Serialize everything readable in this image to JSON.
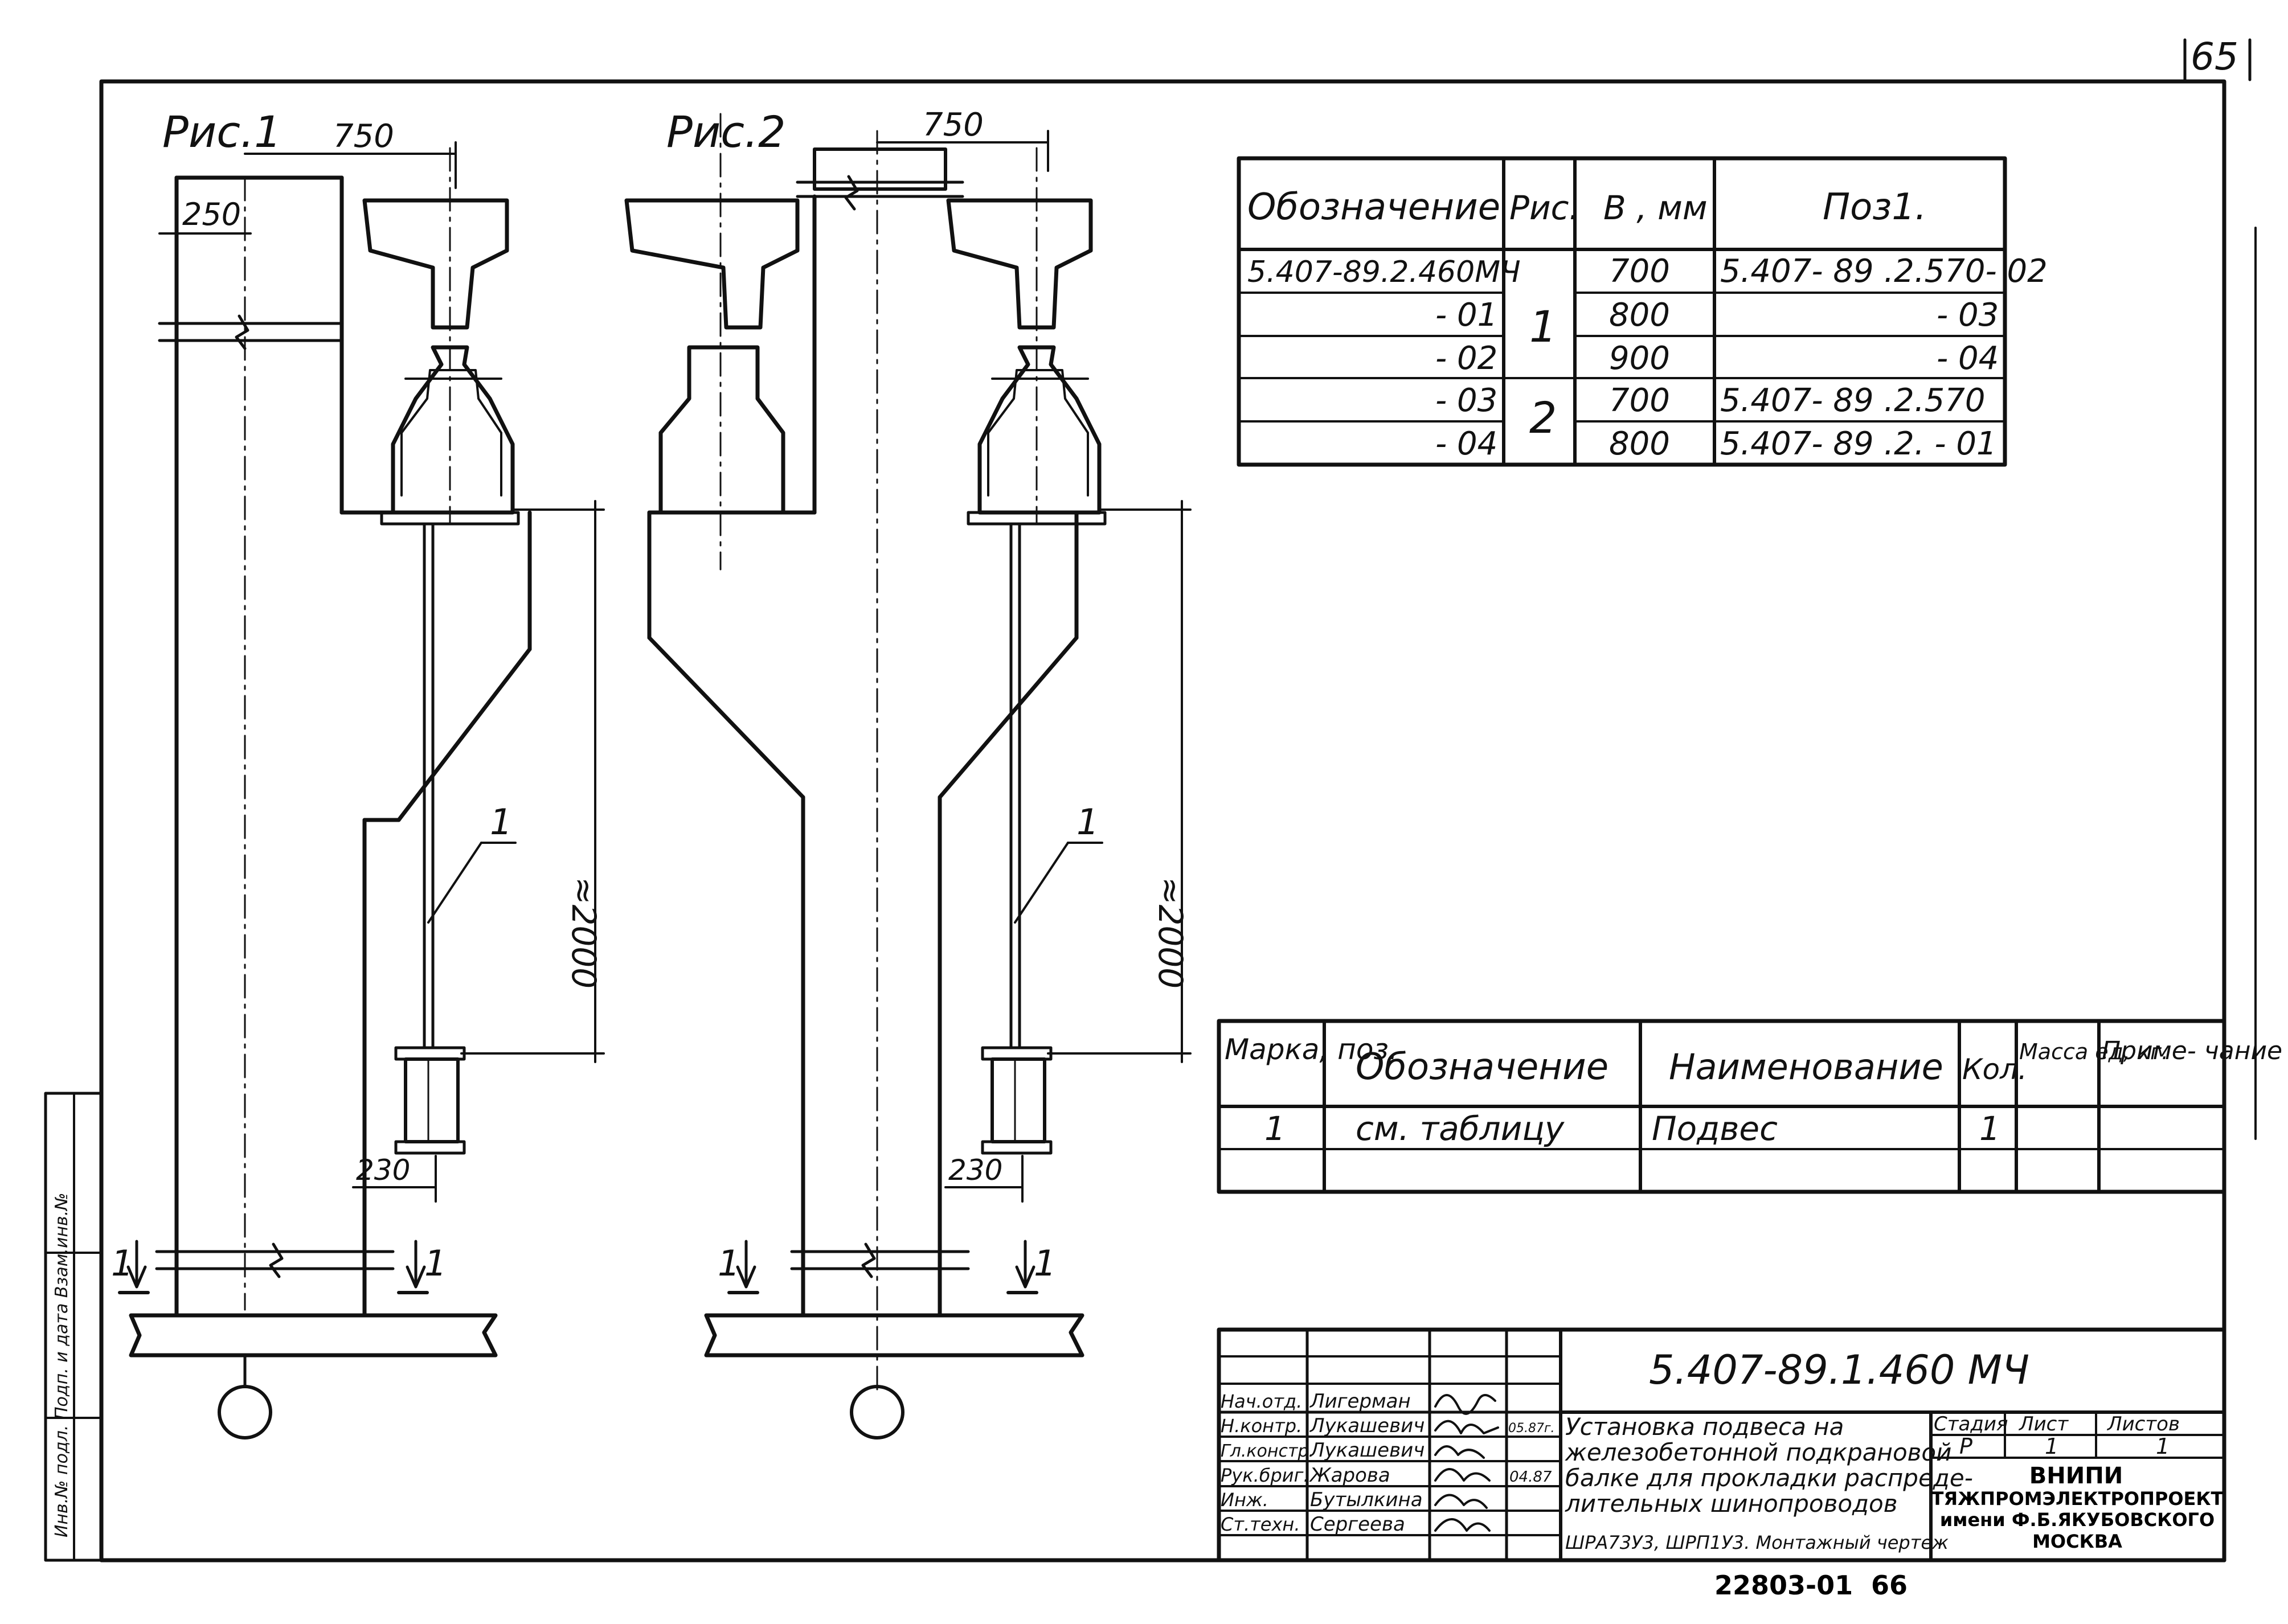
{
  "sheet": {
    "page_number": "65",
    "bottom_code": "22803-01",
    "bottom_number": "66",
    "side_stamp": "Инв.№ подл. Подп. и дата Взам.инв.№"
  },
  "figures": {
    "fig1": {
      "label": "Рис.1",
      "dim_top": "750",
      "dim_column": "250",
      "dim_bottom": "230",
      "dim_height": "≈2000",
      "position": "1",
      "section": "1"
    },
    "fig2": {
      "label": "Рис.2",
      "dim_top": "750",
      "dim_bottom": "230",
      "dim_height": "≈2000",
      "position": "1",
      "section": "1"
    }
  },
  "variants_table": {
    "headers": [
      "Обозначение",
      "Рис.",
      "В , мм",
      "Поз1."
    ],
    "rows": [
      {
        "designation": "5.407-89.2.460МЧ",
        "b": "700",
        "pos": "5.407- 89 .2.570- 02"
      },
      {
        "designation": "- 01",
        "b": "800",
        "pos": "- 03"
      },
      {
        "designation": "- 02",
        "b": "900",
        "pos": "- 04"
      },
      {
        "designation": "- 03",
        "b": "700",
        "pos": "5.407- 89 .2.570"
      },
      {
        "designation": "- 04",
        "b": "800",
        "pos": "5.407- 89 .2.      - 01"
      }
    ],
    "fig_groups": [
      "1",
      "2"
    ]
  },
  "spec_table": {
    "headers": [
      "Марка, поз.",
      "Обозначение",
      "Наименование",
      "Кол.",
      "Масса ед, кг.",
      "Приме- чание"
    ],
    "rows": [
      {
        "mark": "1",
        "designation": "см. таблицу",
        "name": "Подвес",
        "qty": "1",
        "mass": "",
        "note": ""
      },
      {
        "mark": "",
        "designation": "",
        "name": "",
        "qty": "",
        "mass": "",
        "note": ""
      }
    ]
  },
  "title_block": {
    "code": "5.407-89.1.460 МЧ",
    "description": [
      "Установка подвеса на",
      "железобетонной подкрановой",
      "балке для прокладки распреде-",
      "лительных шинопроводов",
      "ШРА73У3, ШРП1У3. Монтажный чертеж"
    ],
    "stage_header": "Стадия",
    "sheet_header": "Лист",
    "sheets_header": "Листов",
    "stage": "Р",
    "sheet": "1",
    "sheets": "1",
    "org": [
      "ВНИПИ",
      "ТЯЖПРОМЭЛЕКТРОПРОЕКТ",
      "имени Ф.Б.ЯКУБОВСКОГО",
      "МОСКВА"
    ],
    "staff": [
      {
        "role": "Нач.отд.",
        "name": "Лигерман",
        "date": ""
      },
      {
        "role": "Н.контр.",
        "name": "Лукашевич",
        "date": "05.87г."
      },
      {
        "role": "Гл.констр.",
        "name": "Лукашевич",
        "date": ""
      },
      {
        "role": "Рук.бриг.",
        "name": "Жарова",
        "date": "04.87"
      },
      {
        "role": "Инж.",
        "name": "Бутылкина",
        "date": ""
      },
      {
        "role": "Ст.техн.",
        "name": "Сергеева",
        "date": ""
      }
    ]
  }
}
